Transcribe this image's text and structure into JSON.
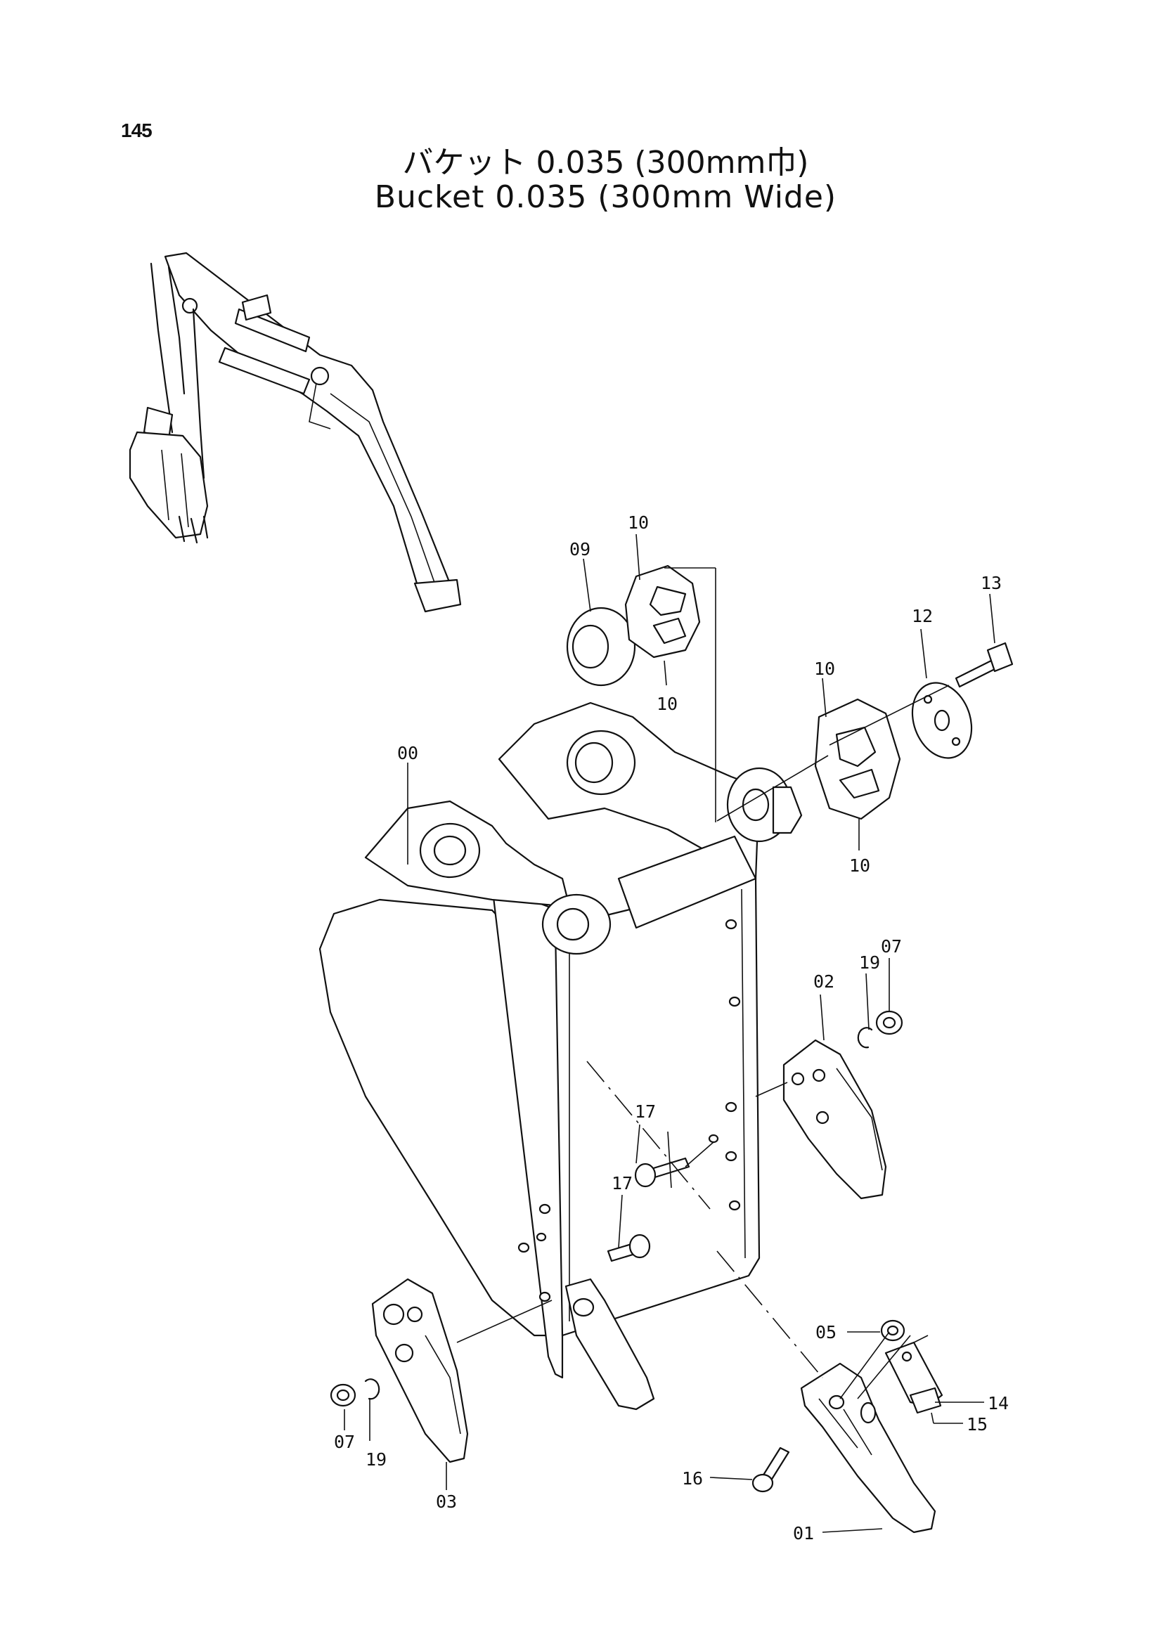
{
  "page_number": "145",
  "title_jp": "バケット 0.035 (300mm巾)",
  "title_en": "Bucket 0.035 (300mm Wide)",
  "callouts": {
    "c00": "00",
    "c01": "01",
    "c02": "02",
    "c03": "03",
    "c05": "05",
    "c07a": "07",
    "c07b": "07",
    "c09": "09",
    "c10a": "10",
    "c10b": "10",
    "c10c": "10",
    "c10d": "10",
    "c12": "12",
    "c13": "13",
    "c14": "14",
    "c15": "15",
    "c16": "16",
    "c17a": "17",
    "c17b": "17",
    "c19a": "19",
    "c19b": "19"
  }
}
